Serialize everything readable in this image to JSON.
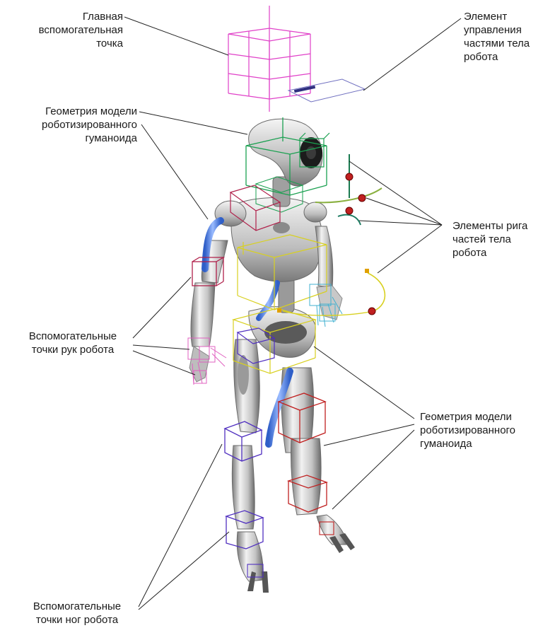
{
  "labels": {
    "main_helper": "Главная\nвспомогательная\nточка",
    "body_control": "Элемент\nуправления\nчастями тела\nробота",
    "geometry_top": "Геометрия модели\nроботизированного\nгуманоида",
    "rig_elements": "Элементы рига\nчастей тела\nробота",
    "arm_helpers": "Вспомогательные\nточки рук робота",
    "geometry_bottom": "Геометрия модели\nроботизированного\nгуманоида",
    "leg_helpers": "Вспомогательные\nточки ног робота"
  },
  "colors": {
    "helper_magenta": "#e040c8",
    "helper_green": "#1aa050",
    "helper_crimson": "#b0204a",
    "helper_yellow": "#d8d020",
    "helper_purple": "#5030c0",
    "helper_red": "#c02020",
    "helper_cyan": "#40b0d0",
    "tube_blue": "#5a88e8",
    "body_grey": "#c8c8c8",
    "leader_line": "#222222"
  }
}
